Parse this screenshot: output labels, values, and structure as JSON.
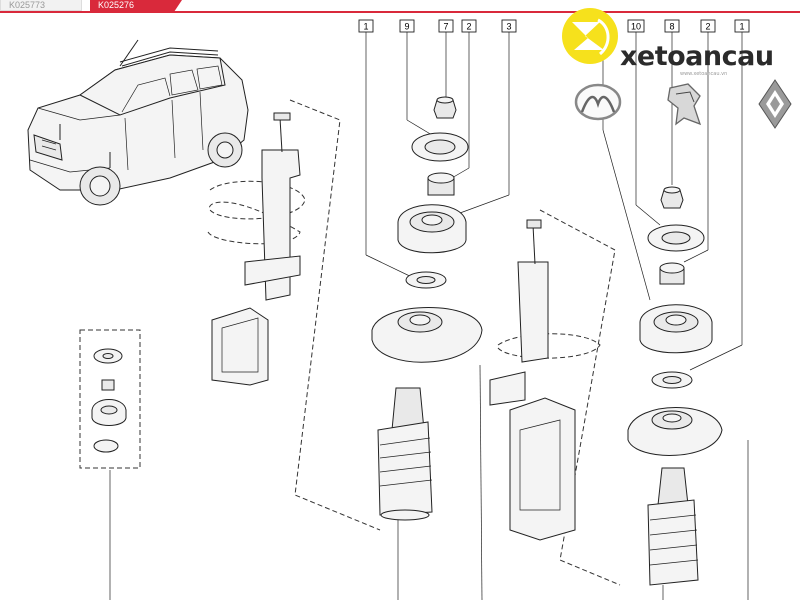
{
  "tabs": [
    {
      "label": "K025773",
      "active": false
    },
    {
      "label": "K025276",
      "active": true
    }
  ],
  "accent_color": "#d9293b",
  "callouts_left": [
    "1",
    "9",
    "7",
    "2",
    "3"
  ],
  "callouts_right": [
    "10",
    "8",
    "2",
    "1"
  ],
  "watermark": {
    "brand": "xetoancau",
    "url": "www.xetoancau.vn",
    "logo_color": "#f6e11c"
  },
  "brand_logos": [
    "mazda-logo",
    "peugeot-logo",
    "renault-logo"
  ]
}
